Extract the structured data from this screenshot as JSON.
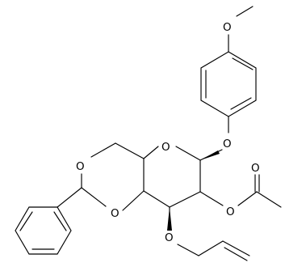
{
  "labels": {
    "o_methoxy": "O",
    "o_aryl": "O",
    "o_ring": "O",
    "o_dioxane_top": "O",
    "o_dioxane_bottom": "O",
    "o_ester": "O",
    "o_carbonyl": "O",
    "o_allyl": "O"
  }
}
